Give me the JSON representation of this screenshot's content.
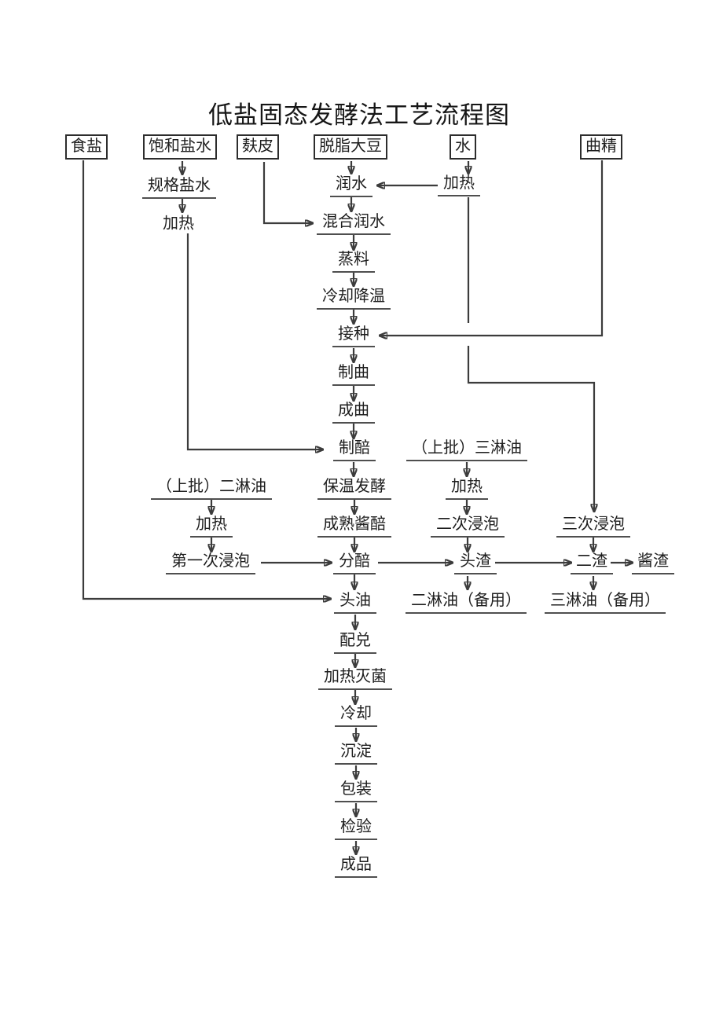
{
  "title": "低盐固态发酵法工艺流程图",
  "ink_color": "#1e1e1e",
  "line_color": "#3c3c3c",
  "background_color": "#ffffff",
  "nodes": {
    "salt": "食盐",
    "saturated_brine": "饱和盐水",
    "bran": "麸皮",
    "defatted_soybean": "脱脂大豆",
    "water": "水",
    "qujing": "曲精",
    "spec_brine": "规格盐水",
    "heat_brine": "加热",
    "runshui": "润水",
    "heat_water": "加热",
    "mix_runshui": "混合润水",
    "zhengliao": "蒸料",
    "lengque_jiangwen": "冷却降温",
    "jiezhong": "接种",
    "zhiqu": "制曲",
    "chengqu": "成曲",
    "zhipei": "制醅",
    "prev_sanlinyou": "（上批）三淋油",
    "heat_sanlinyou": "加热",
    "erci_jinpao": "二次浸泡",
    "sanci_jinpao": "三次浸泡",
    "baowen_fajiao": "保温发酵",
    "chengshu_jiangpei": "成熟酱醅",
    "prev_erlinyou": "（上批）二淋油",
    "heat_erlinyou": "加热",
    "diyici_jinpao": "第一次浸泡",
    "fenpei": "分醅",
    "touzha": "头渣",
    "erzha": "二渣",
    "jiangzha": "酱渣",
    "erlinyou_beiyong": "二淋油（备用）",
    "sanlinyou_beiyong": "三淋油（备用）",
    "touyou": "头油",
    "peidui": "配兑",
    "jiare_miejun": "加热灭菌",
    "lengque": "冷却",
    "chendian": "沉淀",
    "baozhuang": "包装",
    "jianyan": "检验",
    "chengpin": "成品"
  }
}
